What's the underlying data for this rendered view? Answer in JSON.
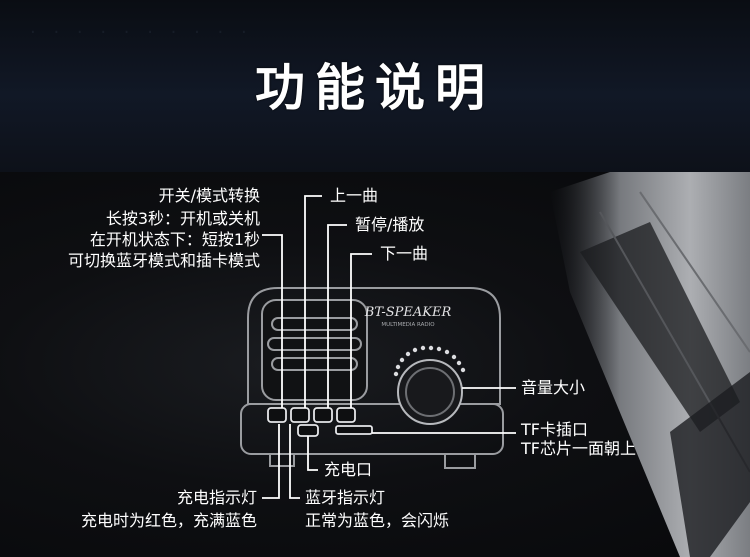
{
  "title": "功能说明",
  "labels": {
    "power_mode": [
      "开关/模式转换",
      "长按3秒：开机或关机",
      "在开机状态下：短按1秒",
      "可切换蓝牙模式和插卡模式"
    ],
    "prev_track": "上一曲",
    "pause_play": "暂停/播放",
    "next_track": "下一曲",
    "volume": "音量大小",
    "tf_slot": [
      "TF卡插口",
      "TF芯片一面朝上"
    ],
    "charge_port": "充电口",
    "charge_led": [
      "充电指示灯",
      "充电时为红色，充满蓝色"
    ],
    "bt_led": [
      "蓝牙指示灯",
      "正常为蓝色，会闪烁"
    ]
  },
  "device": {
    "brand": "BT-SPEAKER",
    "subtitle": "MULTIMEDIA RADIO"
  },
  "colors": {
    "background": "#0b0d12",
    "text": "#ffffff",
    "line": "#ffffff"
  }
}
